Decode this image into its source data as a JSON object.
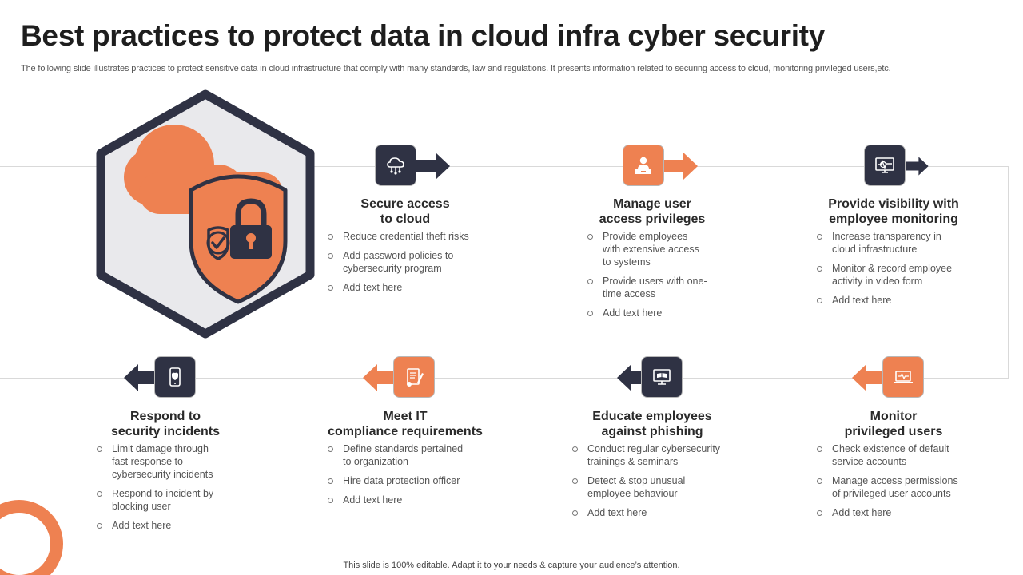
{
  "title": "Best practices to protect data in cloud infra cyber security",
  "subtitle": "The following slide illustrates practices to protect sensitive data in cloud infrastructure that comply with many standards, law and regulations. It presents information related to securing access to cloud, monitoring privileged users,etc.",
  "footer": "This slide is 100% editable. Adapt it to your needs & capture your audience’s attention.",
  "colors": {
    "accent": "#ee8151",
    "dark": "#2f3244",
    "text": "#3a3a3a",
    "connector": "#d9d9d9"
  },
  "hero": {
    "icons": [
      "hexagon-frame",
      "cloud-icon",
      "shield-icon",
      "padlock-icon",
      "check-badge-icon"
    ]
  },
  "steps": [
    {
      "title": "Secure access\nto cloud",
      "icon": "cloud-network-icon",
      "icon_style": "dark",
      "arrow": "right",
      "bullets": [
        "Reduce credential theft risks",
        "Add password policies to\ncybersecurity program",
        "Add text here"
      ]
    },
    {
      "title": "Manage user\naccess privileges",
      "icon": "user-desk-icon",
      "icon_style": "orange",
      "arrow": "right",
      "bullets": [
        "Provide employees\nwith extensive access\nto systems",
        "Provide users with one-\ntime access",
        "Add text here"
      ]
    },
    {
      "title": "Provide visibility with\nemployee monitoring",
      "icon": "monitor-pulse-icon",
      "icon_style": "dark",
      "arrow": "right",
      "bullets": [
        "Increase transparency in\ncloud infrastructure",
        "Monitor & record employee\nactivity in video form",
        "Add text here"
      ]
    },
    {
      "title": "Monitor\nprivileged users",
      "icon": "laptop-pulse-icon",
      "icon_style": "orange",
      "arrow": "left",
      "bullets": [
        "Check existence of default\nservice accounts",
        "Manage access permissions\nof privileged user accounts",
        "Add text here"
      ]
    },
    {
      "title": "Educate employees\nagainst phishing",
      "icon": "training-screen-icon",
      "icon_style": "dark",
      "arrow": "left",
      "bullets": [
        "Conduct regular cybersecurity\ntrainings & seminars",
        "Detect & stop unusual\nemployee behaviour",
        "Add text here"
      ]
    },
    {
      "title": "Meet IT\ncompliance requirements",
      "icon": "document-pen-icon",
      "icon_style": "orange",
      "arrow": "left",
      "bullets": [
        "Define standards pertained\nto organization",
        "Hire data protection officer",
        "Add text here"
      ]
    },
    {
      "title": "Respond to\nsecurity  incidents",
      "icon": "mobile-shield-icon",
      "icon_style": "dark",
      "arrow": "left",
      "bullets": [
        "Limit damage through\nfast response to\ncybersecurity incidents",
        "Respond to incident by\nblocking user",
        "Add text here"
      ]
    }
  ]
}
